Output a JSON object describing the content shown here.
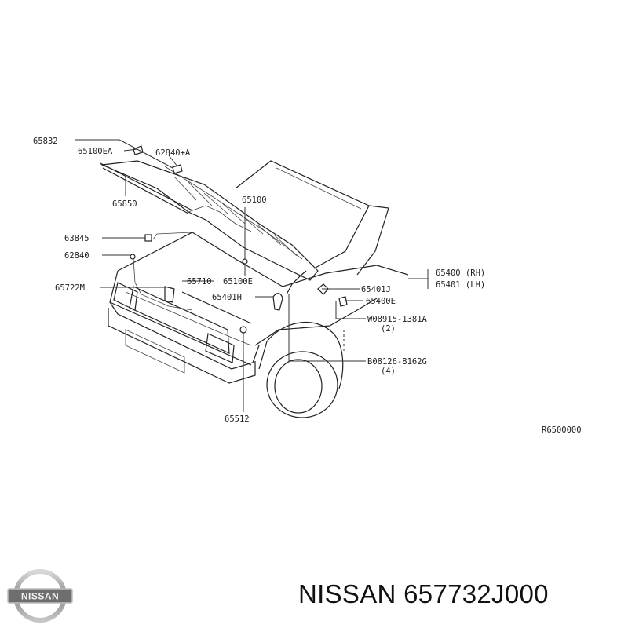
{
  "diagram": {
    "labels": {
      "p65832": "65832",
      "p65100ea": "65100EA",
      "p62840a": "62840+A",
      "p65850": "65850",
      "p65100": "65100",
      "p63845": "63845",
      "p62840": "62840",
      "p65722m": "65722M",
      "p65710": "65710",
      "p65100e": "65100E",
      "p65401h": "65401H",
      "p65400": "65400 (RH)",
      "p65401": "65401 (LH)",
      "p65401j": "65401J",
      "p65400e": "65400E",
      "p08915": "W08915-1381A",
      "p08915qty": "(2)",
      "p08126": "B08126-8162G",
      "p08126qty": "(4)",
      "p65512": "65512"
    },
    "ref_code": "R6500000"
  },
  "brand": {
    "logo_text": "NISSAN"
  },
  "product": {
    "title": "NISSAN 657732J000"
  }
}
